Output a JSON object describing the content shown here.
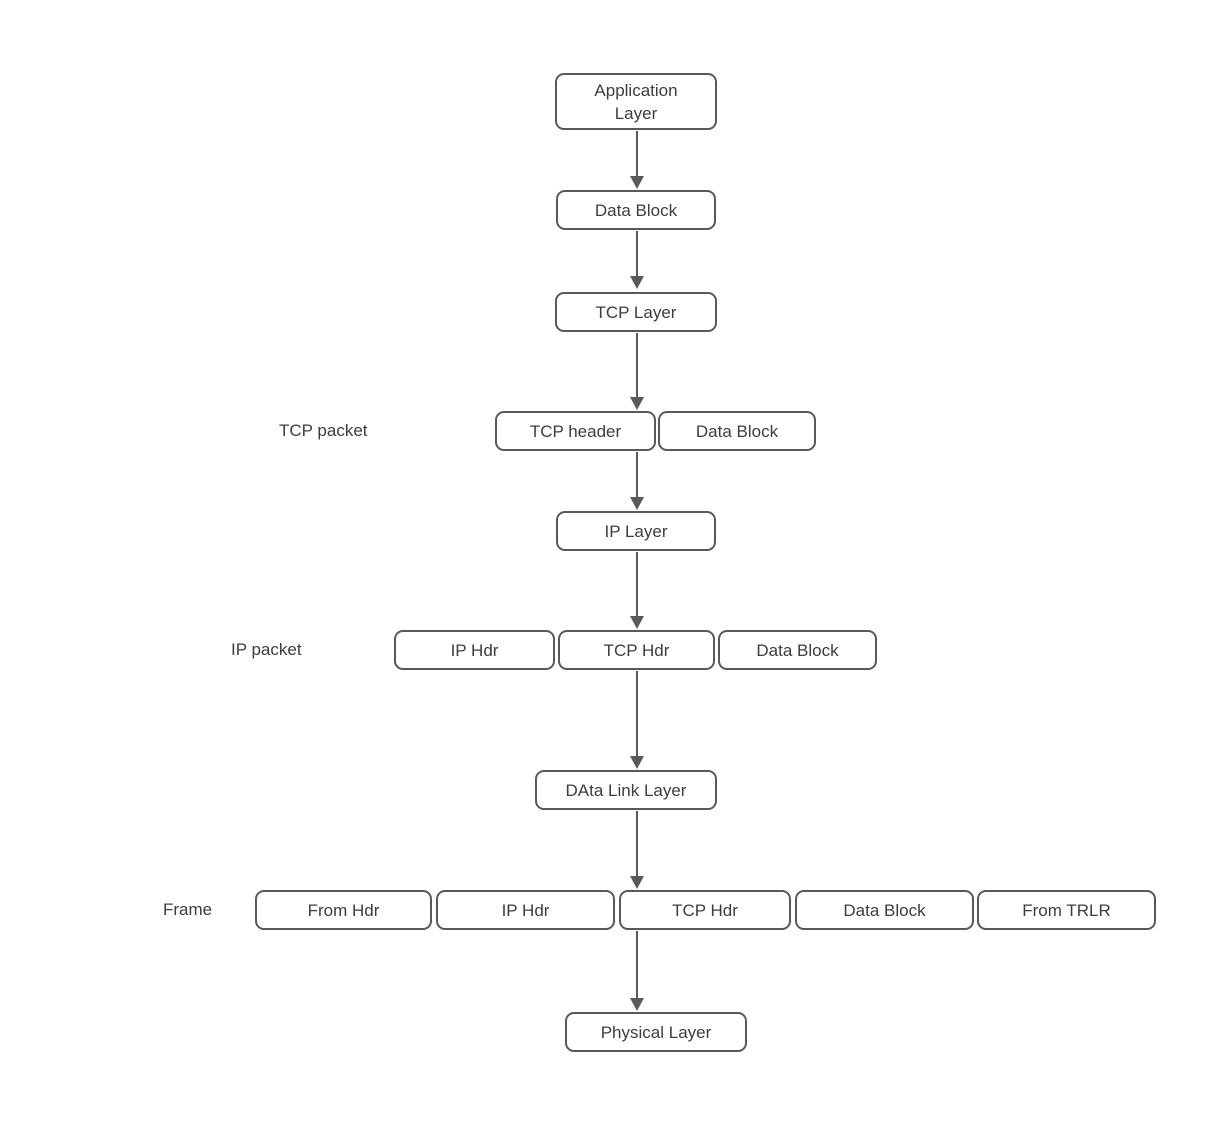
{
  "diagram": {
    "nodes": {
      "application_layer": "Application\nLayer",
      "data_block": "Data Block",
      "tcp_layer": "TCP Layer",
      "ip_layer": "IP Layer",
      "data_link_layer": "DAta Link Layer",
      "physical_layer": "Physical Layer"
    },
    "tcp_packet": {
      "label": "TCP packet",
      "cells": [
        "TCP header",
        "Data Block"
      ]
    },
    "ip_packet": {
      "label": "IP packet",
      "cells": [
        "IP Hdr",
        "TCP Hdr",
        "Data Block"
      ]
    },
    "frame": {
      "label": "Frame",
      "cells": [
        "From Hdr",
        "IP Hdr",
        "TCP Hdr",
        "Data Block",
        "From TRLR"
      ]
    },
    "colors": {
      "border": "#595959",
      "text": "#3d3d3d",
      "arrow": "#5a5a5a",
      "background": "#ffffff"
    }
  }
}
